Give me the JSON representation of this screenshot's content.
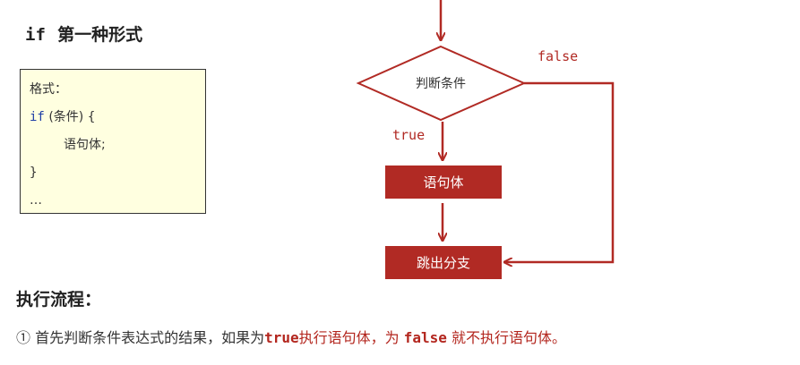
{
  "title": {
    "keyword": "if",
    "text": "第一种形式"
  },
  "code": {
    "lines": [
      "格式：",
      "if",
      "(条件) {",
      "语句体;",
      "}",
      "…"
    ]
  },
  "flowchart": {
    "condition": "判断条件",
    "true_label": "true",
    "false_label": "false",
    "body_box": "语句体",
    "exit_box": "跳出分支",
    "accent_color": "#b12a24"
  },
  "section": {
    "heading": "执行流程："
  },
  "description": {
    "marker": "①",
    "part1": "首先判断条件表达式的结果，如果为",
    "true_word": "true",
    "part2": "执行语句体，为",
    "false_word": "false",
    "part3": "就不执行语句体。"
  }
}
